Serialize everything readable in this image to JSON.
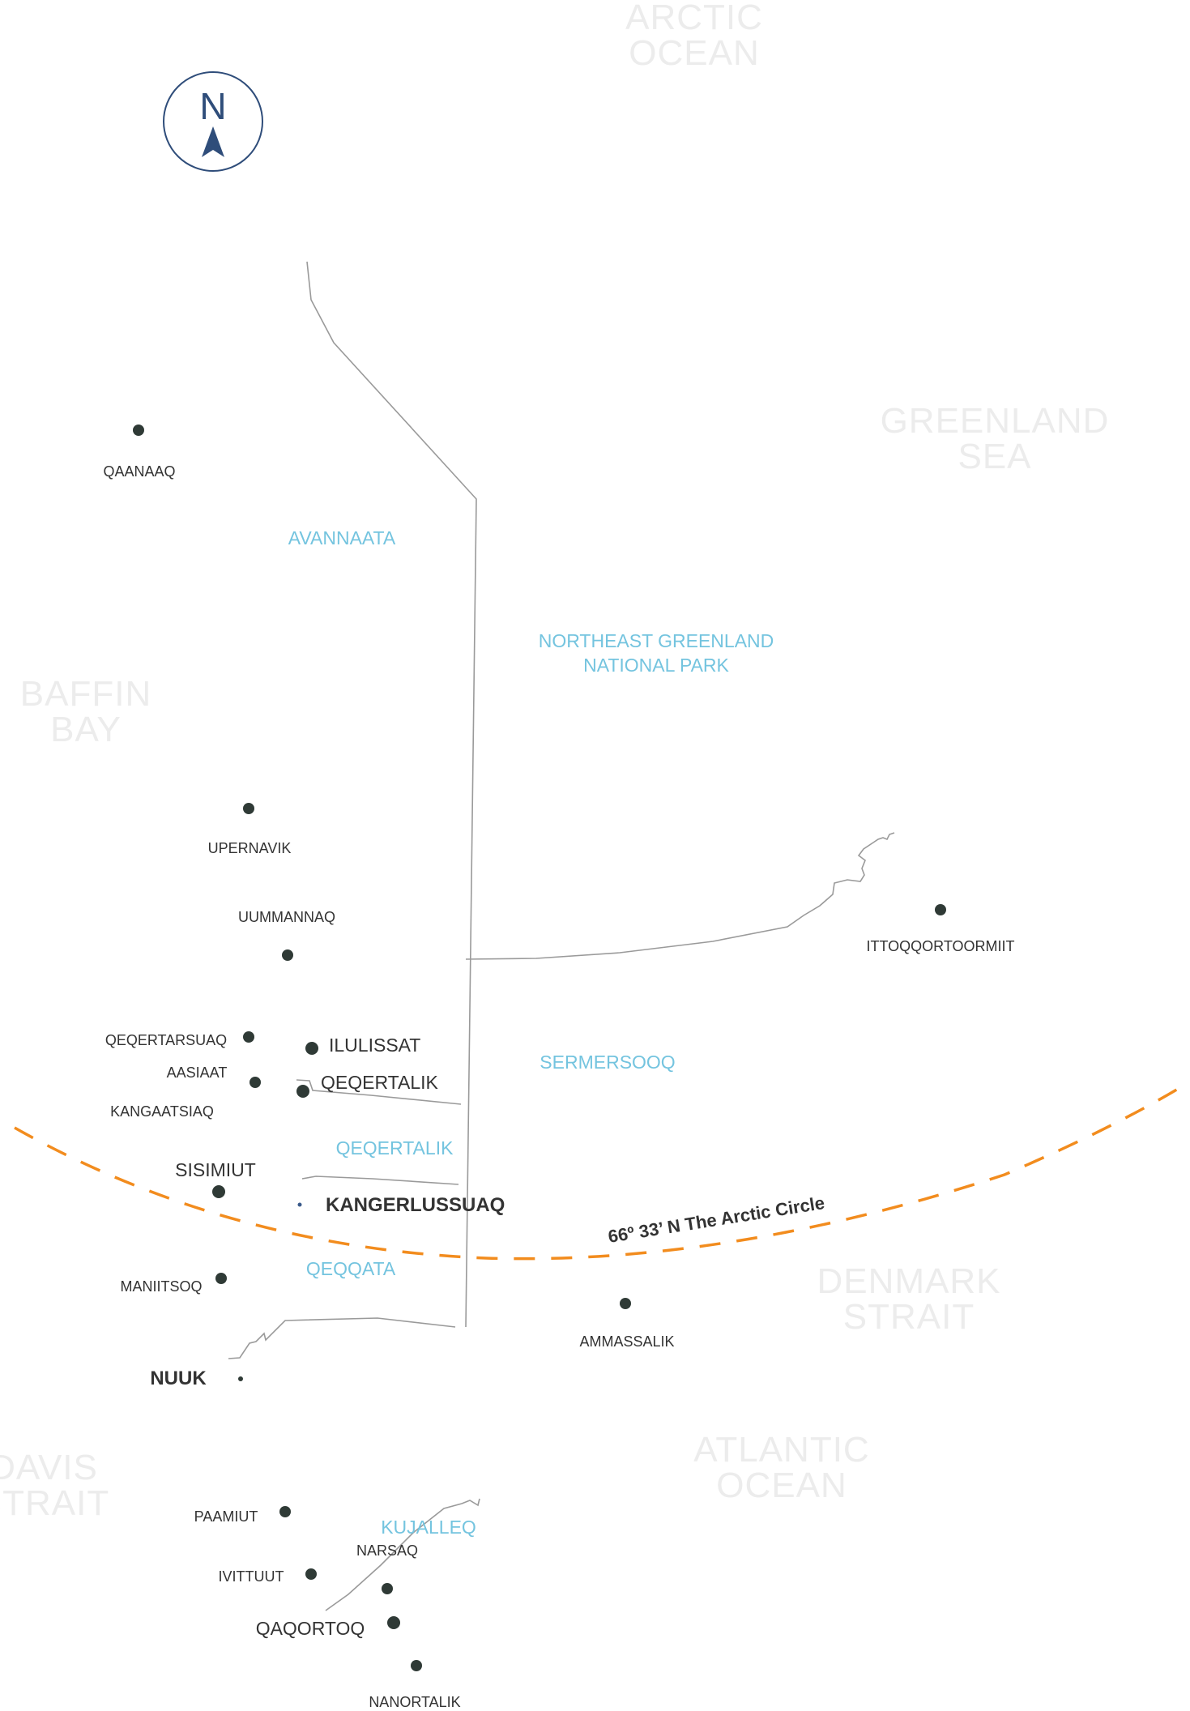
{
  "compass": {
    "letter": "N"
  },
  "seas": {
    "arctic_ocean": [
      "ARCTIC",
      "OCEAN"
    ],
    "greenland_sea": [
      "GREENLAND",
      "SEA"
    ],
    "baffin_bay": [
      "BAFFIN",
      "BAY"
    ],
    "denmark_strait": [
      "DENMARK",
      "STRAIT"
    ],
    "davis_strait": [
      "DAVIS",
      "STRAIT"
    ],
    "atlantic_ocean": [
      "ATLANTIC",
      "OCEAN"
    ]
  },
  "regions": {
    "avannaata": "AVANNAATA",
    "northeast_park": [
      "NORTHEAST GREENLAND",
      "NATIONAL PARK"
    ],
    "sermersooq": "SERMERSOOQ",
    "qeqertalik": "QEQERTALIK",
    "qeqqata": "QEQQATA",
    "kujalleq": "KUJALLEQ"
  },
  "towns": {
    "qaanaaq": "QAANAAQ",
    "upernavik": "UPERNAVIK",
    "uummannaq": "UUMMANNAQ",
    "qeqertarsuaq": "QEQERTARSUAQ",
    "ilulissat": "ILULISSAT",
    "aasiaat": "AASIAAT",
    "qeqertalik": "QEQERTALIK",
    "kangaatsiaq": "KANGAATSIAQ",
    "sisimiut": "SISIMIUT",
    "kangerlussuaq": "KANGERLUSSUAQ",
    "maniitsoq": "MANIITSOQ",
    "nuuk": "NUUK",
    "ittoqqortoormiit": "ITTOQQORTOORMIIT",
    "ammassalik": "AMMASSALIK",
    "paamiut": "PAAMIUT",
    "narsaq": "NARSAQ",
    "ivittuut": "IVITTUUT",
    "qaqortoq": "QAQORTOQ",
    "nanortalik": "NANORTALIK"
  },
  "arctic_circle": {
    "label": "66º 33’ N The Arctic Circle"
  },
  "colors": {
    "region_label": "#74c4df",
    "sea_label": "#ececec",
    "town_dot": "#2f3a36",
    "border_line": "#9a9a9a",
    "arctic_circle": "#f28c1e",
    "compass": "#2f4d7a"
  }
}
